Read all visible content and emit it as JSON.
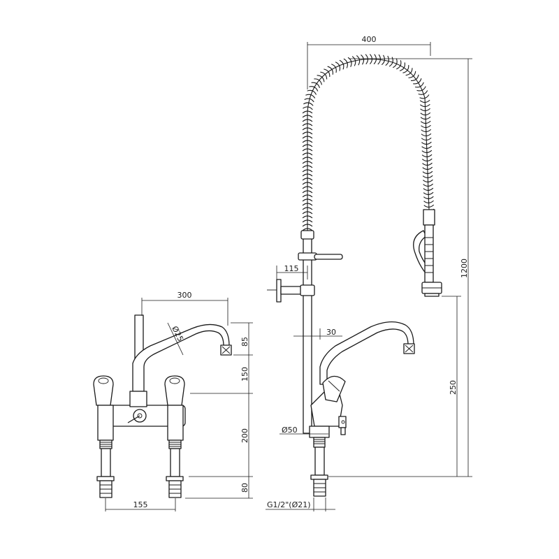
{
  "dimensions": {
    "left_spout_reach": "300",
    "left_spout_diameter": "Ø25",
    "left_spout_height": "85",
    "left_body_to_spout": "150",
    "left_body_height": "200",
    "left_shank_height": "80",
    "left_centers": "155",
    "hose_reach": "400",
    "total_height": "1200",
    "bracket_offset": "115",
    "column_offset": "30",
    "body_diameter": "Ø50",
    "shower_height": "250",
    "thread_size": "G1/2\"(Ø21)"
  }
}
